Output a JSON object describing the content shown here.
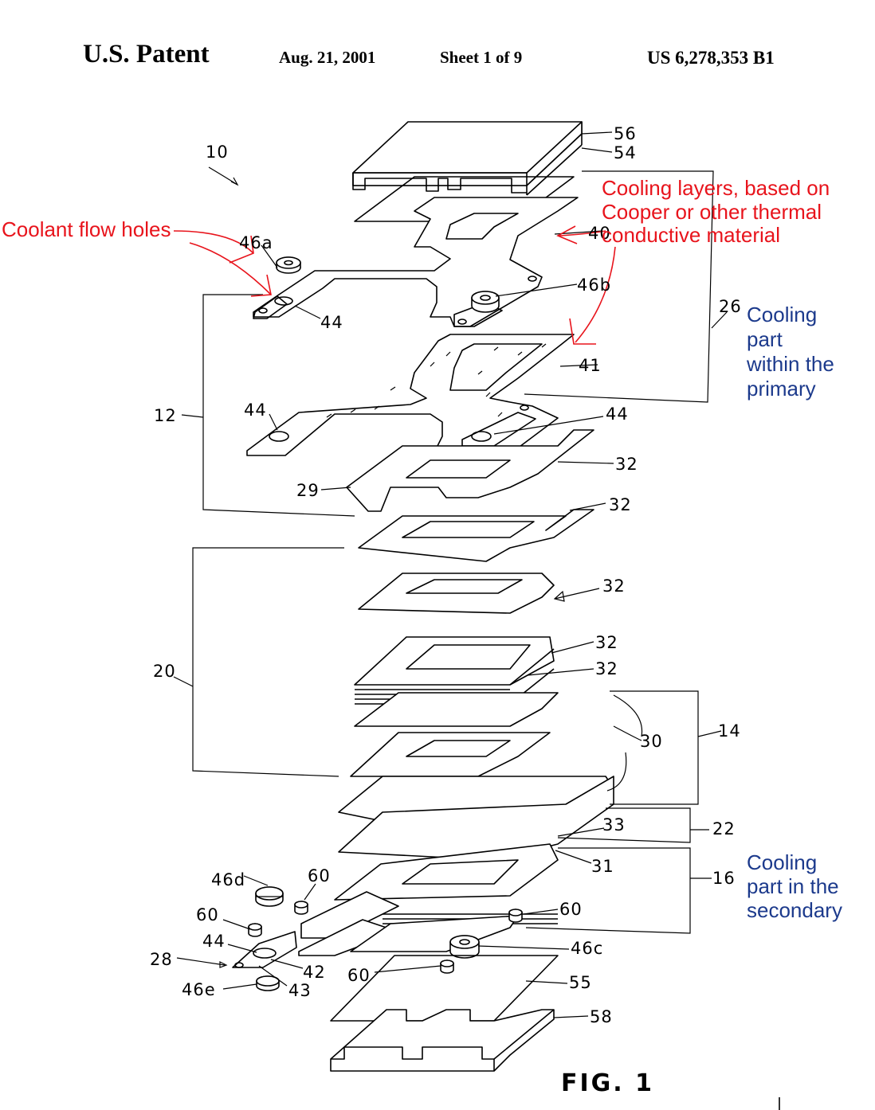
{
  "header": {
    "title": "U.S. Patent",
    "date": "Aug. 21, 2001",
    "sheet": "Sheet 1 of 9",
    "patent_number": "US 6,278,353 B1"
  },
  "figure_label": "FIG. 1",
  "refs": {
    "r10": "10",
    "r56": "56",
    "r54": "54",
    "r40": "40",
    "r46a": "46a",
    "r46b": "46b",
    "r44a": "44",
    "r26": "26",
    "r41": "41",
    "r12": "12",
    "r44b": "44",
    "r44c": "44",
    "r32a": "32",
    "r29": "29",
    "r32b": "32",
    "r32c": "32",
    "r32d": "32",
    "r32e": "32",
    "r20": "20",
    "r14": "14",
    "r30": "30",
    "r33": "33",
    "r22": "22",
    "r31": "31",
    "r16": "16",
    "r46d": "46d",
    "r60a": "60",
    "r60b": "60",
    "r60c": "60",
    "r44d": "44",
    "r46c": "46c",
    "r28": "28",
    "r42": "42",
    "r60d": "60",
    "r43": "43",
    "r55": "55",
    "r46e": "46e",
    "r58": "58"
  },
  "annotations": {
    "coolant_holes": "Coolant flow holes",
    "cooling_layers_1": "Cooling layers, based on",
    "cooling_layers_2": "Cooper or other thermal",
    "cooling_layers_3": "conductive material",
    "primary_1": "Cooling",
    "primary_2": "part",
    "primary_3": "within the",
    "primary_4": "primary",
    "secondary_1": "Cooling",
    "secondary_2": "part in the",
    "secondary_3": "secondary"
  },
  "colors": {
    "annotation_red": "#e8141c",
    "annotation_blue": "#1c3a8c"
  }
}
